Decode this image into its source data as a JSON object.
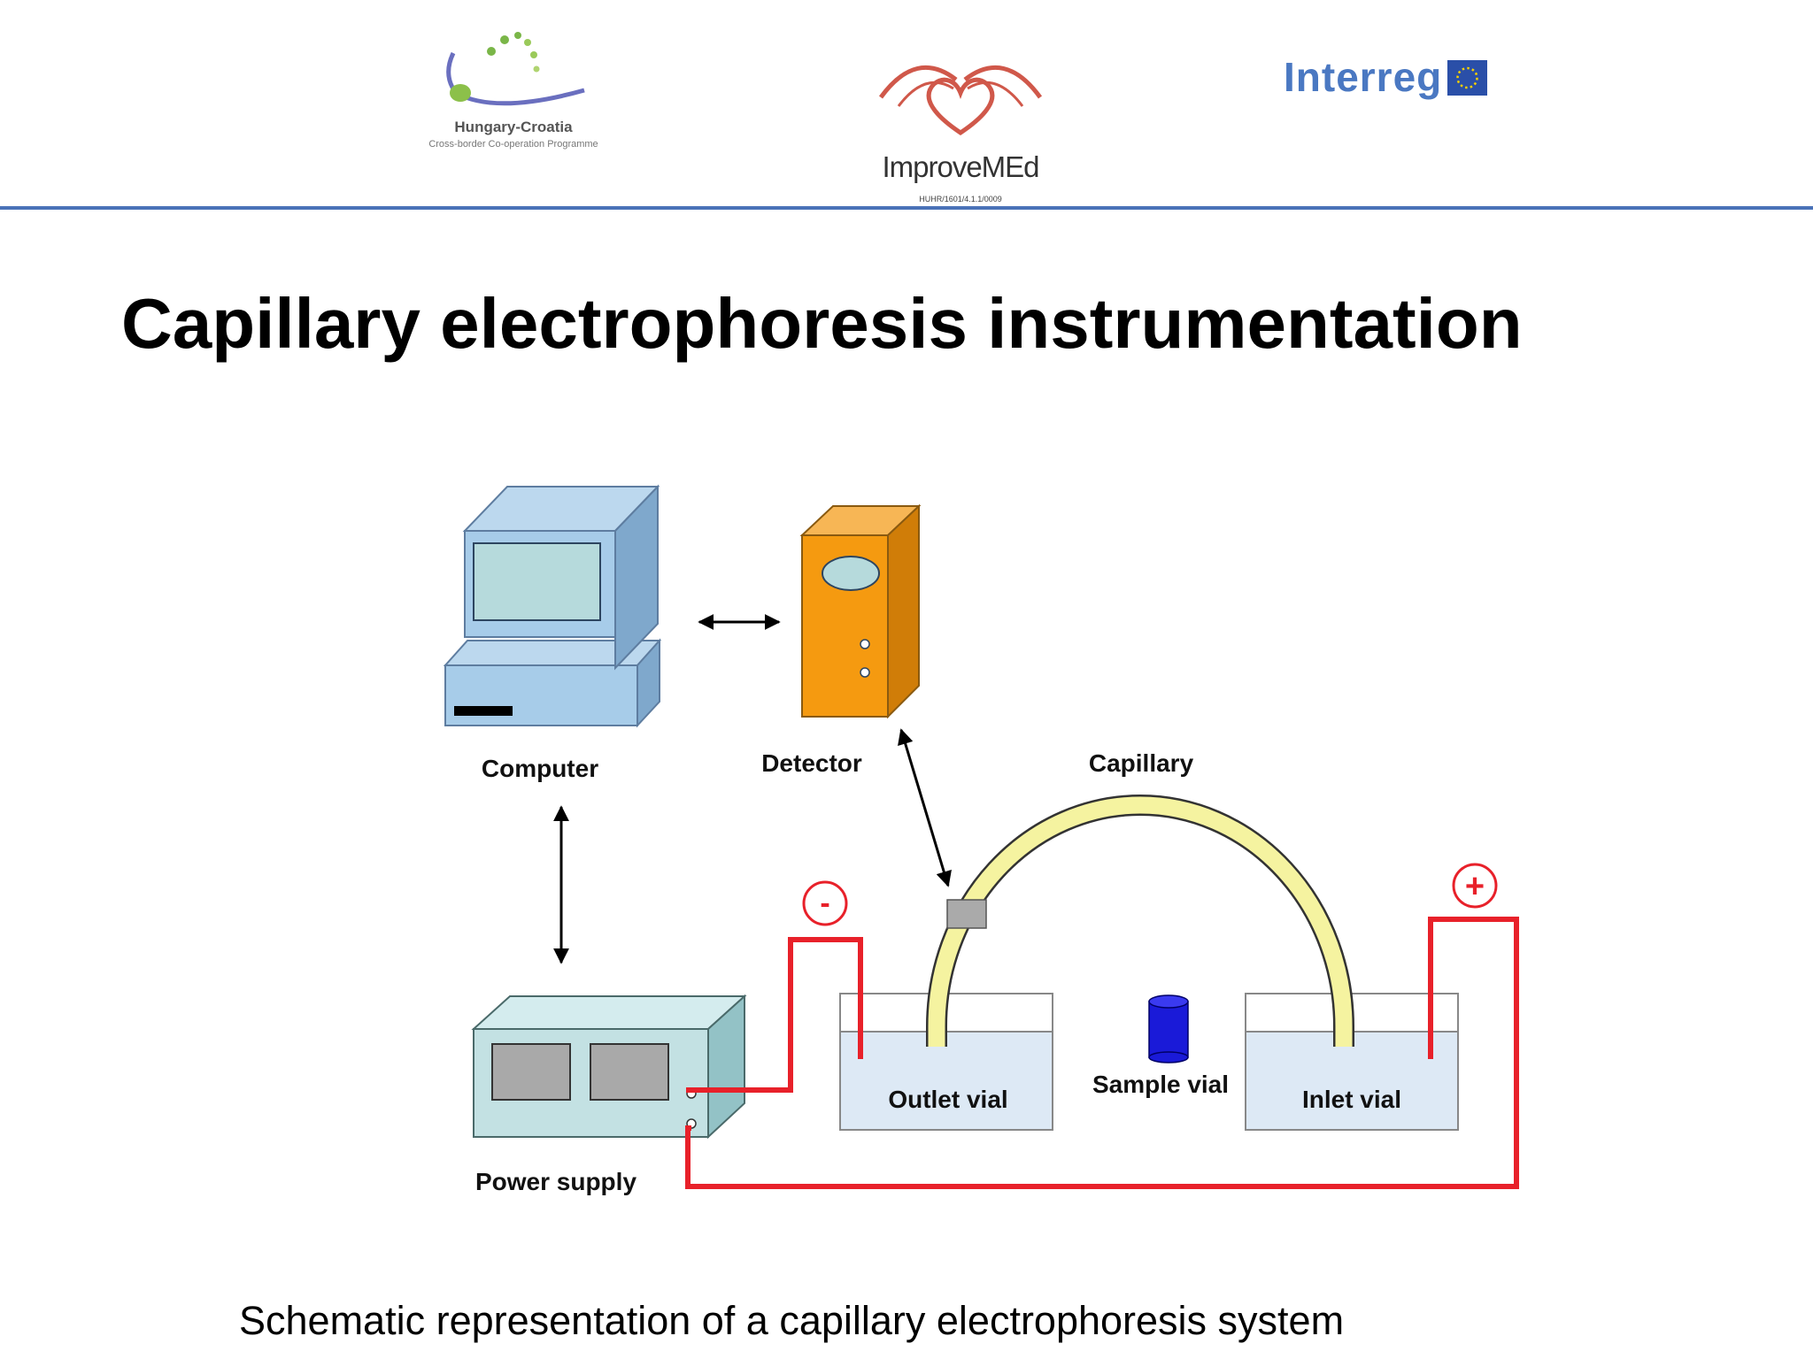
{
  "logos": {
    "hungary_croatia": {
      "line1": "Hungary-Croatia",
      "line2": "Cross-border Co-operation Programme",
      "icon": "dots-arc-logo-icon"
    },
    "improvemed": {
      "name": "ImproveMEd",
      "code": "HUHR/1601/4.1.1/0009",
      "icon": "hands-heart-logo-icon"
    },
    "interreg": {
      "name": "Interreg",
      "icon": "eu-flag-icon"
    }
  },
  "colors": {
    "divider": "#4a72b8",
    "wire": "#e8212a",
    "capillary": "#f5f3a0",
    "detector": "#f59a10",
    "computer": "#a7cce9",
    "power_supply": "#c3e1e3",
    "vial_liquid": "#dde9f5",
    "sample_vial": "#1a1ad8"
  },
  "slide": {
    "title": "Capillary electrophoresis instrumentation",
    "caption": "Schematic representation of a capillary electrophoresis system"
  },
  "diagram": {
    "labels": {
      "computer": "Computer",
      "detector": "Detector",
      "capillary": "Capillary",
      "power_supply": "Power supply",
      "outlet_vial": "Outlet vial",
      "sample_vial": "Sample vial",
      "inlet_vial": "Inlet vial"
    },
    "polarity": {
      "negative": "-",
      "positive": "+"
    }
  }
}
